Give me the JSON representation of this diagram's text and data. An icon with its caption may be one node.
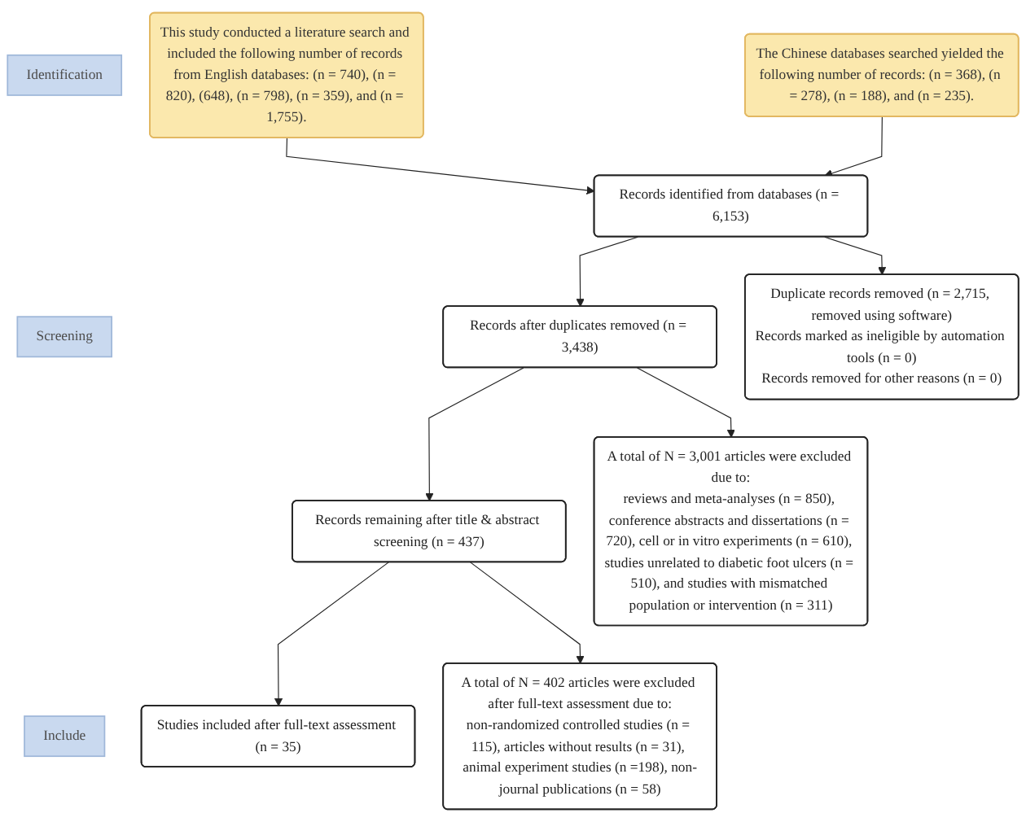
{
  "diagram": {
    "nodes": [
      {
        "text": [
          "Identification"
        ]
      },
      {
        "text": [
          "Screening"
        ]
      },
      {
        "text": [
          "Include"
        ]
      },
      {
        "text": [
          "This study conducted a literature search and included the following number of records from English databases: (n = 740), (n = 820), (648), (n = 798), (n = 359), and (n = 1,755)."
        ]
      },
      {
        "text": [
          "The Chinese databases searched yielded the following number of records: (n = 368), (n = 278), (n = 188), and (n = 235)."
        ]
      },
      {
        "text": [
          "Records identified from databases (n = 6,153)"
        ]
      },
      {
        "text": [
          "Duplicate records removed (n = 2,715, removed using software)",
          "Records marked as ineligible by automation tools (n = 0)",
          "Records removed for other reasons (n = 0)"
        ]
      },
      {
        "text": [
          "Records after duplicates removed (n = 3,438)"
        ]
      },
      {
        "text": [
          "A total of N = 3,001 articles were excluded due to:",
          "reviews and meta-analyses (n = 850), conference abstracts and dissertations (n = 720), cell or in vitro experiments (n = 610), studies unrelated to diabetic foot ulcers (n = 510), and studies with mismatched population or intervention (n = 311)"
        ]
      },
      {
        "text": [
          "Records remaining after title & abstract screening (n = 437)"
        ]
      },
      {
        "text": [
          "A total of N = 402 articles were excluded after full-text assessment due to:",
          "non-randomized controlled studies (n = 115), articles without results (n = 31), animal experiment studies (n =198), non-journal publications (n = 58)"
        ]
      },
      {
        "text": [
          "Studies included after full-text assessment (n = 35)"
        ]
      }
    ],
    "edges": [
      {
        "from": 3,
        "to": 5,
        "arrow": "to"
      },
      {
        "from": 4,
        "to": 5,
        "arrow": "to"
      },
      {
        "from": 5,
        "to": 7,
        "arrow": "to"
      },
      {
        "from": 5,
        "to": 6,
        "arrow": "to"
      },
      {
        "from": 7,
        "to": 9,
        "arrow": "to"
      },
      {
        "from": 7,
        "to": 8,
        "arrow": "to"
      },
      {
        "from": 9,
        "to": 11,
        "arrow": "to"
      },
      {
        "from": 9,
        "to": 10,
        "arrow": "to"
      }
    ]
  }
}
